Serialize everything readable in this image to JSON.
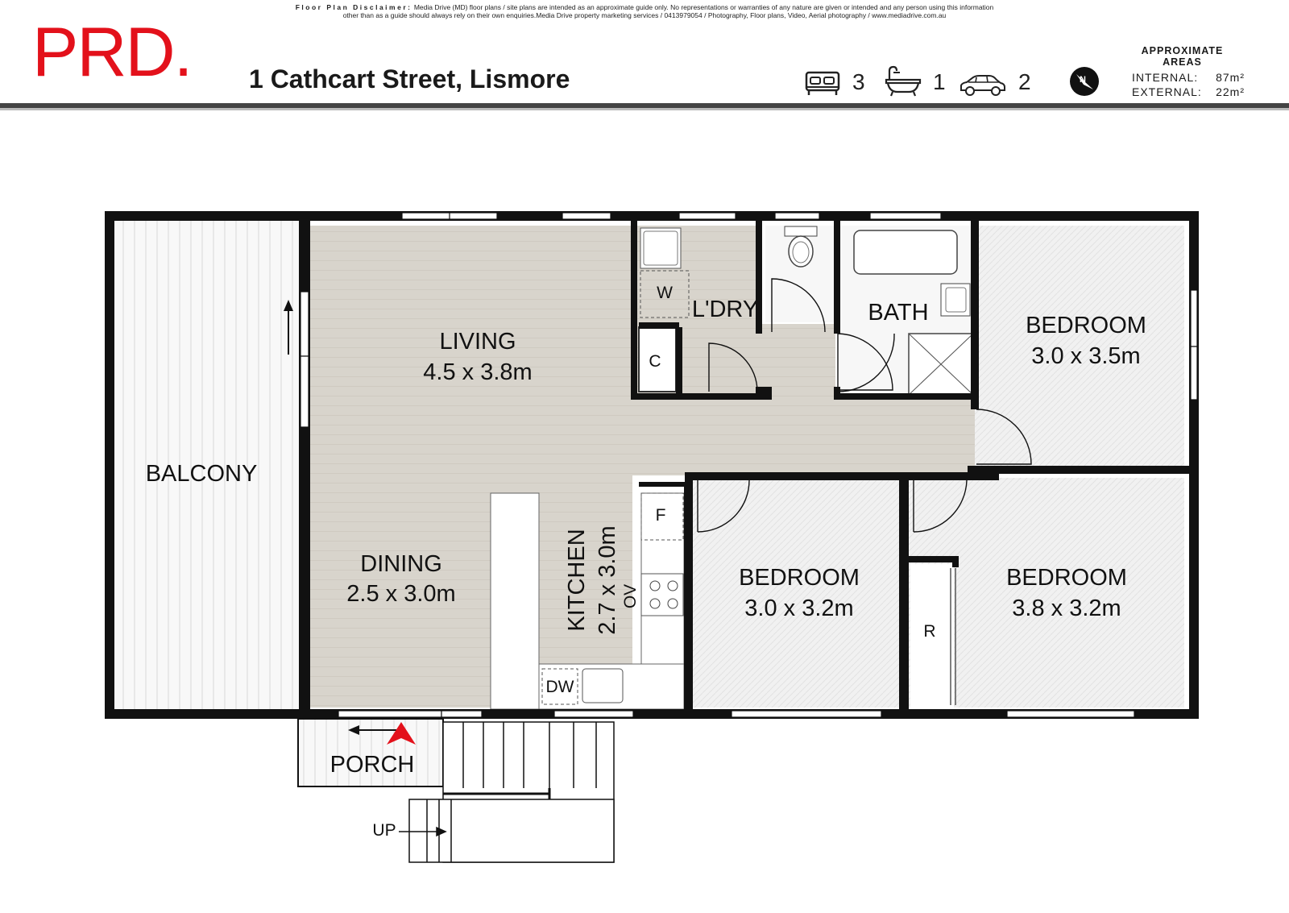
{
  "disclaimer": {
    "lead": "Floor Plan Disclaimer:",
    "line1": " Media Drive (MD) floor plans / site plans are intended as an approximate guide only.  No representations or warranties of any nature are given or intended and any person using this information",
    "line2": "other than as a guide should always rely on their own enquiries.Media Drive property marketing services / 0413979054 / Photography, Floor plans,  Video, Aerial photography / www.mediadrive.com.au"
  },
  "brand": {
    "logo_text": "PRD.",
    "color": "#e3111b"
  },
  "listing": {
    "address": "1 Cathcart Street, Lismore",
    "beds": "3",
    "baths": "1",
    "cars": "2"
  },
  "areas": {
    "heading_line1": "APPROXIMATE",
    "heading_line2": "AREAS",
    "internal_label": "INTERNAL:",
    "internal_value": "87m²",
    "external_label": "EXTERNAL:",
    "external_value": "22m²"
  },
  "rooms": {
    "balcony": "BALCONY",
    "living_name": "LIVING",
    "living_dims": "4.5 x 3.8m",
    "dining_name": "DINING",
    "dining_dims": "2.5 x 3.0m",
    "kitchen_name": "KITCHEN",
    "kitchen_dims": "2.7 x 3.0m",
    "laundry": "L'DRY",
    "bath": "BATH",
    "bed1_name": "BEDROOM",
    "bed1_dims": "3.0 x 3.5m",
    "bed2_name": "BEDROOM",
    "bed2_dims": "3.0 x 3.2m",
    "bed3_name": "BEDROOM",
    "bed3_dims": "3.8 x 3.2m",
    "porch": "PORCH",
    "up": "UP"
  },
  "fixtures": {
    "washer": "W",
    "cupboard": "C",
    "fridge": "F",
    "oven": "OV",
    "dishwasher": "DW",
    "robe": "R"
  },
  "colors": {
    "wall": "#111111",
    "living_floor": "#d8d4cc",
    "tiled_floor": "#f3f3f3",
    "entry_marker": "#e3111b"
  }
}
